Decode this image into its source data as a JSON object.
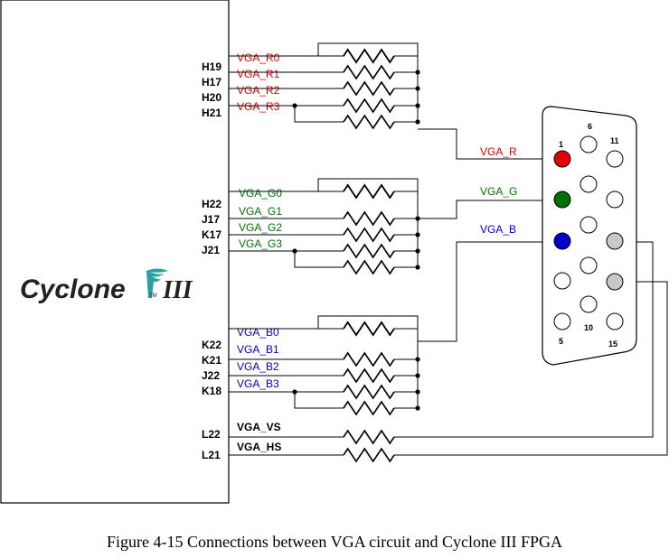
{
  "fpga": {
    "logo_text": "Cyclone",
    "logo_suffix": "III",
    "logo_tm": "TM",
    "pins_red": [
      "H19",
      "H17",
      "H20",
      "H21"
    ],
    "pins_green": [
      "H22",
      "J17",
      "K17",
      "J21"
    ],
    "pins_blue": [
      "K22",
      "K21",
      "J22",
      "K18"
    ],
    "pins_sync": [
      "L22",
      "L21"
    ]
  },
  "signals": {
    "red": [
      "VGA_R0",
      "VGA_R1",
      "VGA_R2",
      "VGA_R3"
    ],
    "green": [
      "VGA_G0",
      "VGA_G1",
      "VGA_G2",
      "VGA_G3"
    ],
    "blue": [
      "VGA_B0",
      "VGA_B1",
      "VGA_B2",
      "VGA_B3"
    ],
    "sync": [
      "VGA_VS",
      "VGA_HS"
    ],
    "combined_red": "VGA_R",
    "combined_green": "VGA_G",
    "combined_blue": "VGA_B"
  },
  "connector": {
    "pin_numbers": [
      "6",
      "1",
      "11",
      "5",
      "10",
      "15"
    ]
  },
  "colors": {
    "red": "#e00000",
    "green": "#007000",
    "blue": "#0000cc",
    "gray": "#c8c8c8"
  },
  "caption": "Figure 4-15 Connections between VGA circuit and Cyclone III FPGA"
}
